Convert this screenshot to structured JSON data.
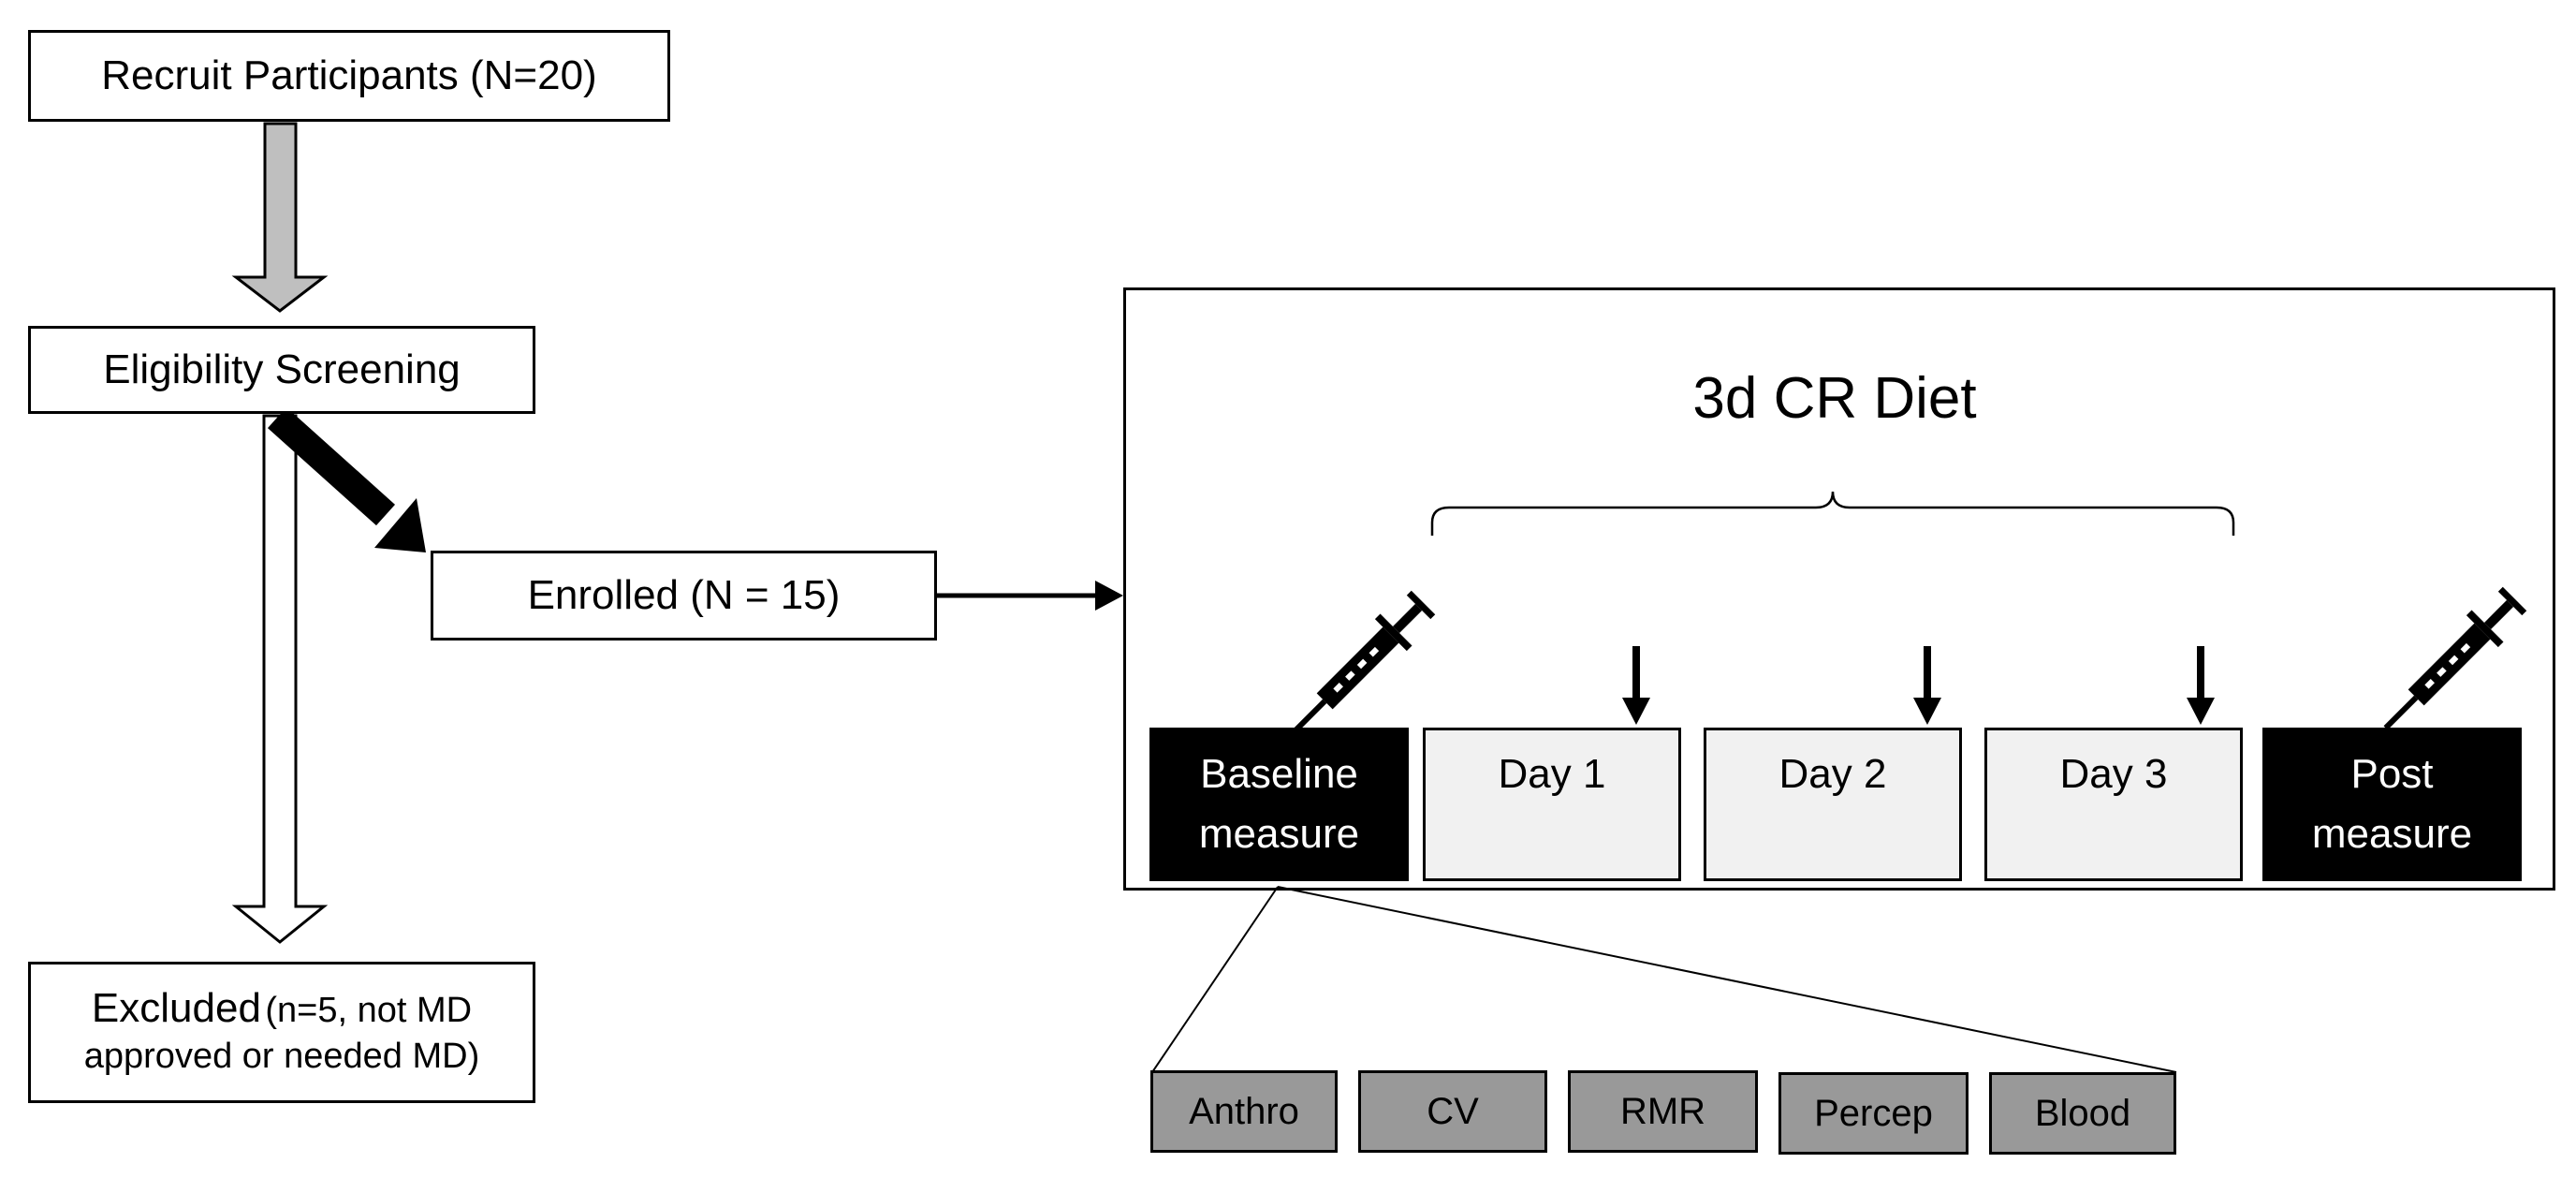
{
  "recruit": "Recruit Participants (N=20)",
  "screening": "Eligibility Screening",
  "enrolled": "Enrolled (N = 15)",
  "excluded": {
    "main": "Excluded",
    "detail_1": "(n=5, not MD",
    "detail_2": "approved or needed MD)"
  },
  "protocol": {
    "title": "3d CR Diet",
    "baseline_line1": "Baseline",
    "baseline_line2": "measure",
    "days": [
      "Day 1",
      "Day 2",
      "Day 3"
    ],
    "post_line1": "Post",
    "post_line2": "measure"
  },
  "measures": [
    "Anthro",
    "CV",
    "RMR",
    "Percep",
    "Blood"
  ],
  "icons": [
    "syringe-icon",
    "down-arrow-icon"
  ],
  "colors": {
    "arrow_gray": "#bfbfbf",
    "measure_gray": "#999999",
    "day_fill": "#f1f1f1",
    "dark_fill": "#000000"
  }
}
